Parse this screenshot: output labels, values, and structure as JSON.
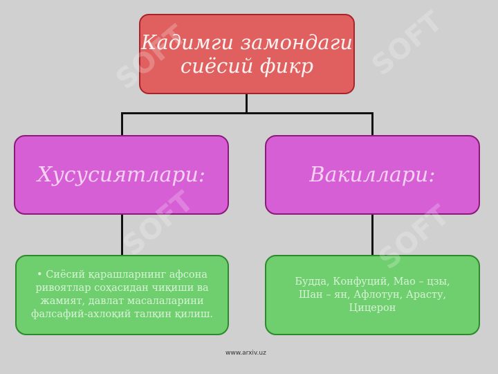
{
  "diagram": {
    "root": "Кадимги замондаги сиёсий фикр",
    "left_header": "Хусусиятлари:",
    "right_header": "Вакиллари:",
    "left_body": "• Сиёсий қарашларнинг афсона ривоятлар соҳасидан чиқиши ва жамият, давлат масалаларини фалсафий-ахлоқий талқин қилиш.",
    "right_body": "Будда, Конфуций, Мао – цзы, Шан – ян, Афлотун, Арасту, Цицерон"
  },
  "footer": "www.arxiv.uz",
  "watermark": "SOFT",
  "colors": {
    "background": "#d0d0d0",
    "root_fill": "#e06060",
    "header_fill": "#d75fd6",
    "body_fill": "#6fcf6f"
  }
}
